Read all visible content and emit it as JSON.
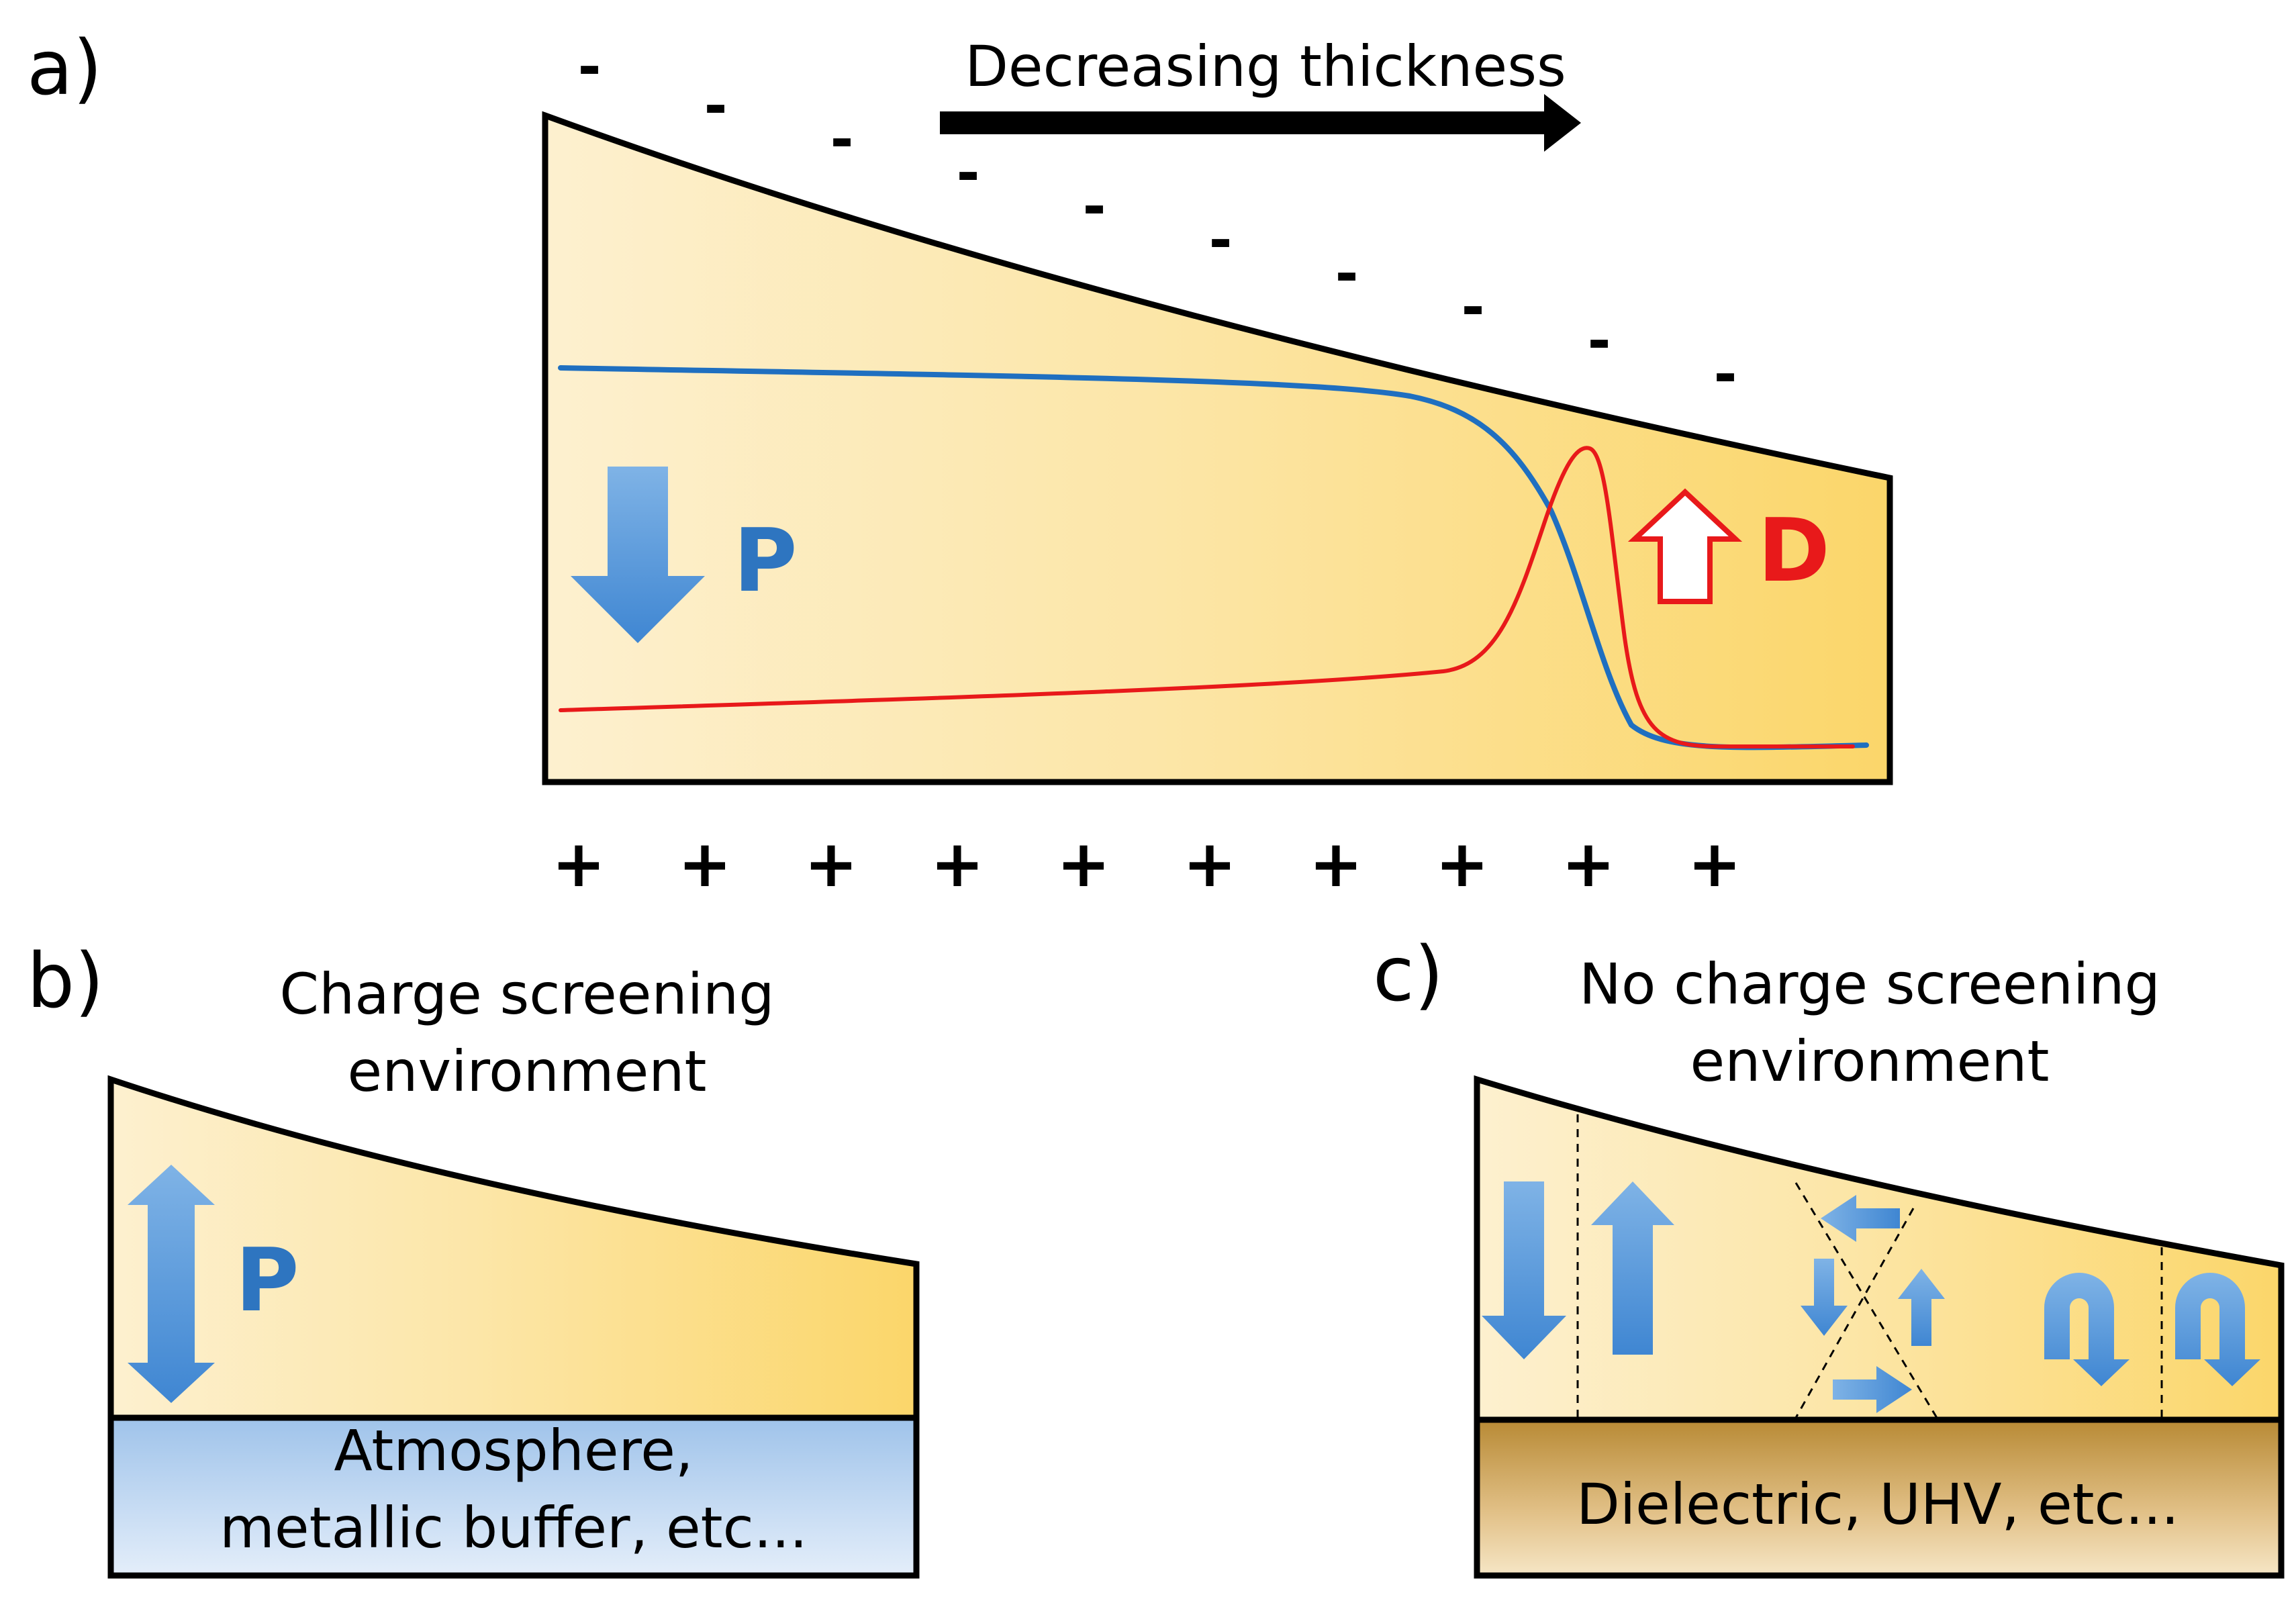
{
  "panels": {
    "a": {
      "label": "a)",
      "arrow_text": "Decreasing thickness",
      "polarization_symbol": "P",
      "depolarization_symbol": "D",
      "top_charge": "-",
      "bottom_charge": "+",
      "top_charge_count": 10,
      "bottom_charge_count": 10
    },
    "b": {
      "label": "b)",
      "caption_line1": "Charge screening",
      "caption_line2": "environment",
      "polarization_symbol": "P",
      "substrate_line1": "Atmosphere,",
      "substrate_line2": "metallic buffer, etc..."
    },
    "c": {
      "label": "c)",
      "caption_line1": "No charge screening",
      "caption_line2": "environment",
      "substrate": "Dielectric, UHV, etc..."
    }
  },
  "colors": {
    "film_light": "#fdf0cf",
    "film_dark": "#fbd66a",
    "polarization_curve": "#1f6fc0",
    "depolarization_curve": "#e8191a",
    "arrow_blue": "#4a8fd6",
    "substrate_b": "#c7dcf2",
    "substrate_c": "#c59a45"
  }
}
